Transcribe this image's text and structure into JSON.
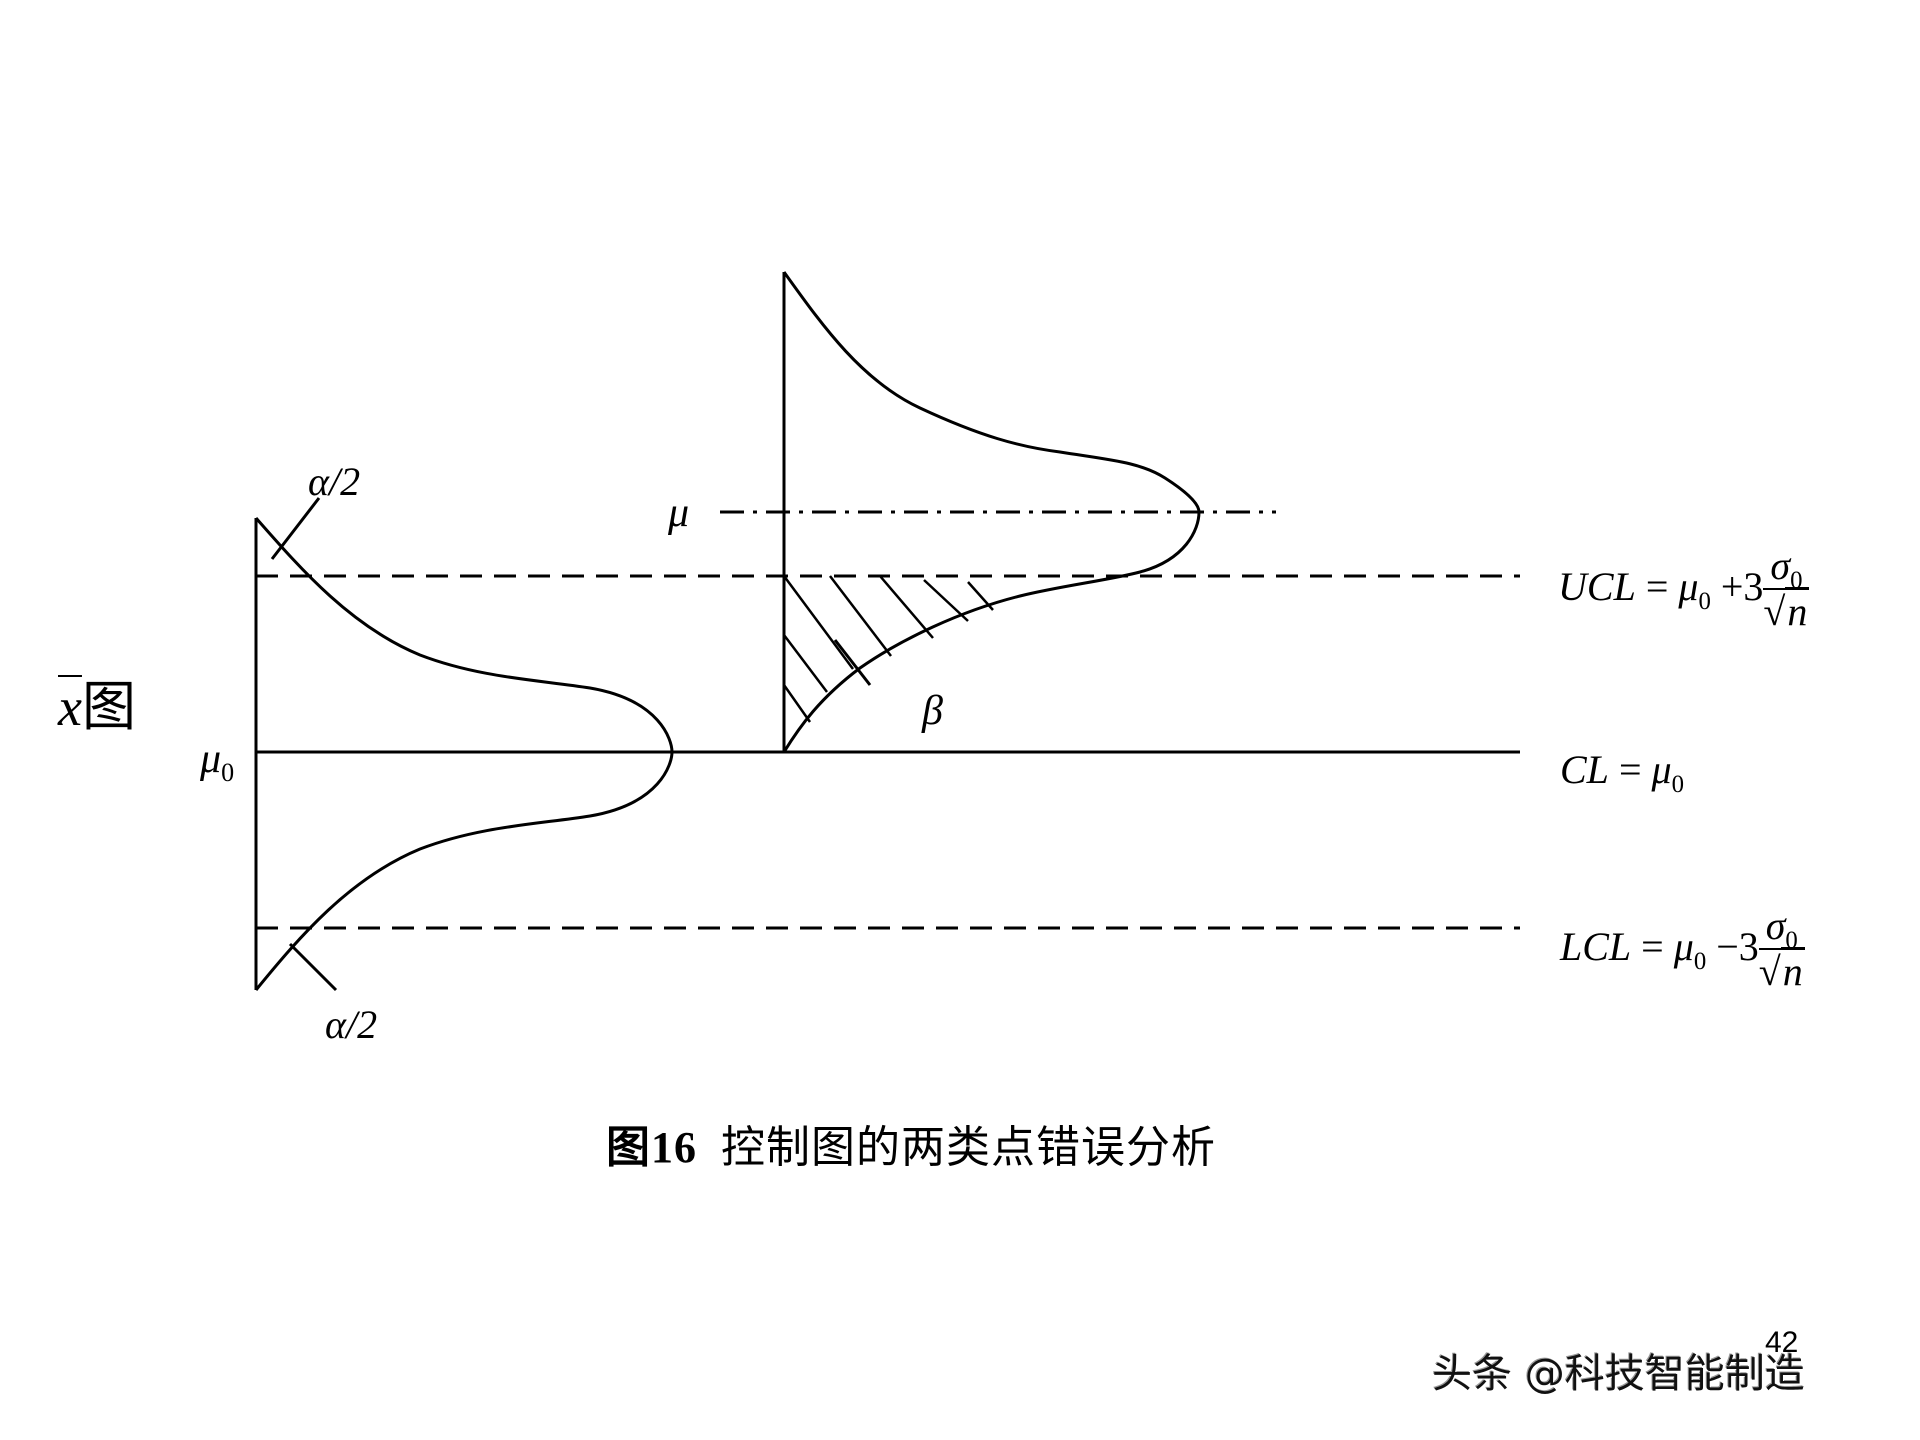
{
  "figure": {
    "side_label_var": "x",
    "side_label_suffix": "图",
    "caption_prefix": "图16",
    "caption_title": "控制图的两类点错误分析",
    "page_number": "42",
    "watermark": "头条 @科技智能制造"
  },
  "labels": {
    "alpha_top": "α/2",
    "alpha_bottom": "α/2",
    "mu0_axis": "μ",
    "mu0_axis_sub": "0",
    "mu_shift": "μ",
    "beta": "β"
  },
  "lines": {
    "ucl": {
      "name": "UCL",
      "eq": "=",
      "mu": "μ",
      "mu_sub": "0",
      "op": "+3",
      "num": "σ",
      "num_sub": "0",
      "den_root": "√",
      "den_var": "n",
      "style": "dashed"
    },
    "cl": {
      "name": "CL",
      "eq": "=",
      "mu": "μ",
      "mu_sub": "0",
      "style": "solid"
    },
    "lcl": {
      "name": "LCL",
      "eq": "=",
      "mu": "μ",
      "mu_sub": "0",
      "op": "−3",
      "num": "σ",
      "num_sub": "0",
      "den_root": "√",
      "den_var": "n",
      "style": "dashed"
    },
    "mu_shift_line": {
      "style": "dash-dot"
    }
  },
  "colors": {
    "stroke": "#000000",
    "background": "#ffffff"
  }
}
